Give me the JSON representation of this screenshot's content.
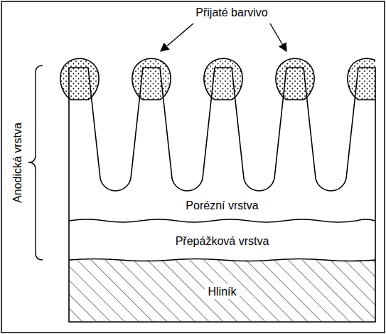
{
  "diagram": {
    "nodes": [
      {
        "text": [
          "Porézní vrstva"
        ]
      },
      {
        "text": [
          "Přepážková vrstva"
        ]
      },
      {
        "text": [
          "Hliník"
        ]
      }
    ],
    "labels": [
      "Přijaté barvivo",
      "Anodická vrstva"
    ]
  }
}
